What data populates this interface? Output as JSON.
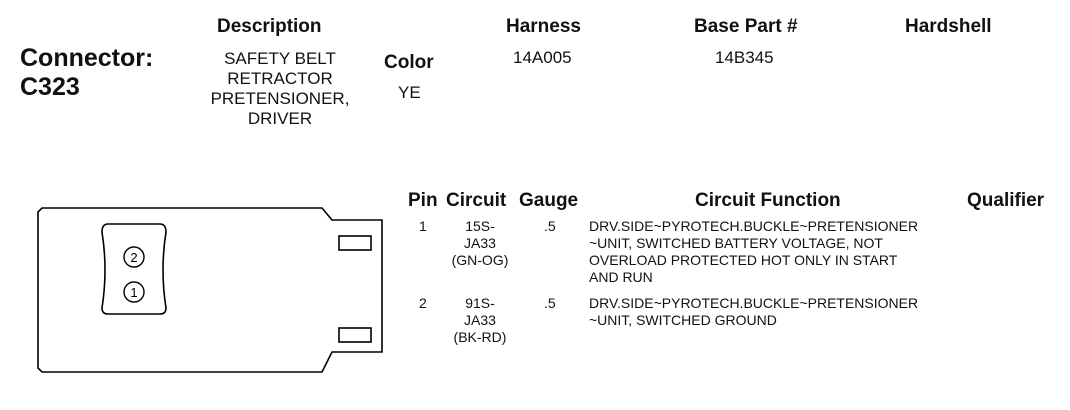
{
  "connector": {
    "label": "Connector:",
    "id": "C323"
  },
  "headers": {
    "description": "Description",
    "harness": "Harness",
    "base_part": "Base Part #",
    "hardshell": "Hardshell",
    "color": "Color"
  },
  "values": {
    "description_lines": [
      "SAFETY BELT",
      "RETRACTOR",
      "PRETENSIONER,",
      "DRIVER"
    ],
    "harness": "14A005",
    "base_part": "14B345",
    "color": "YE"
  },
  "table": {
    "columns": {
      "pin": "Pin",
      "circuit": "Circuit",
      "gauge": "Gauge",
      "function": "Circuit Function",
      "qualifier": "Qualifier"
    },
    "rows": [
      {
        "pin": "1",
        "circuit_lines": [
          "15S-",
          "JA33",
          "(GN-OG)"
        ],
        "gauge": ".5",
        "function_lines": [
          "DRV.SIDE~PYROTECH.BUCKLE~PRETENSIONER",
          "~UNIT, SWITCHED BATTERY VOLTAGE, NOT",
          "OVERLOAD PROTECTED HOT ONLY IN START",
          "AND RUN"
        ]
      },
      {
        "pin": "2",
        "circuit_lines": [
          "91S-",
          "JA33",
          "(BK-RD)"
        ],
        "gauge": ".5",
        "function_lines": [
          "DRV.SIDE~PYROTECH.BUCKLE~PRETENSIONER",
          "~UNIT, SWITCHED GROUND"
        ]
      }
    ]
  },
  "diagram": {
    "pin_labels": [
      "2",
      "1"
    ]
  }
}
